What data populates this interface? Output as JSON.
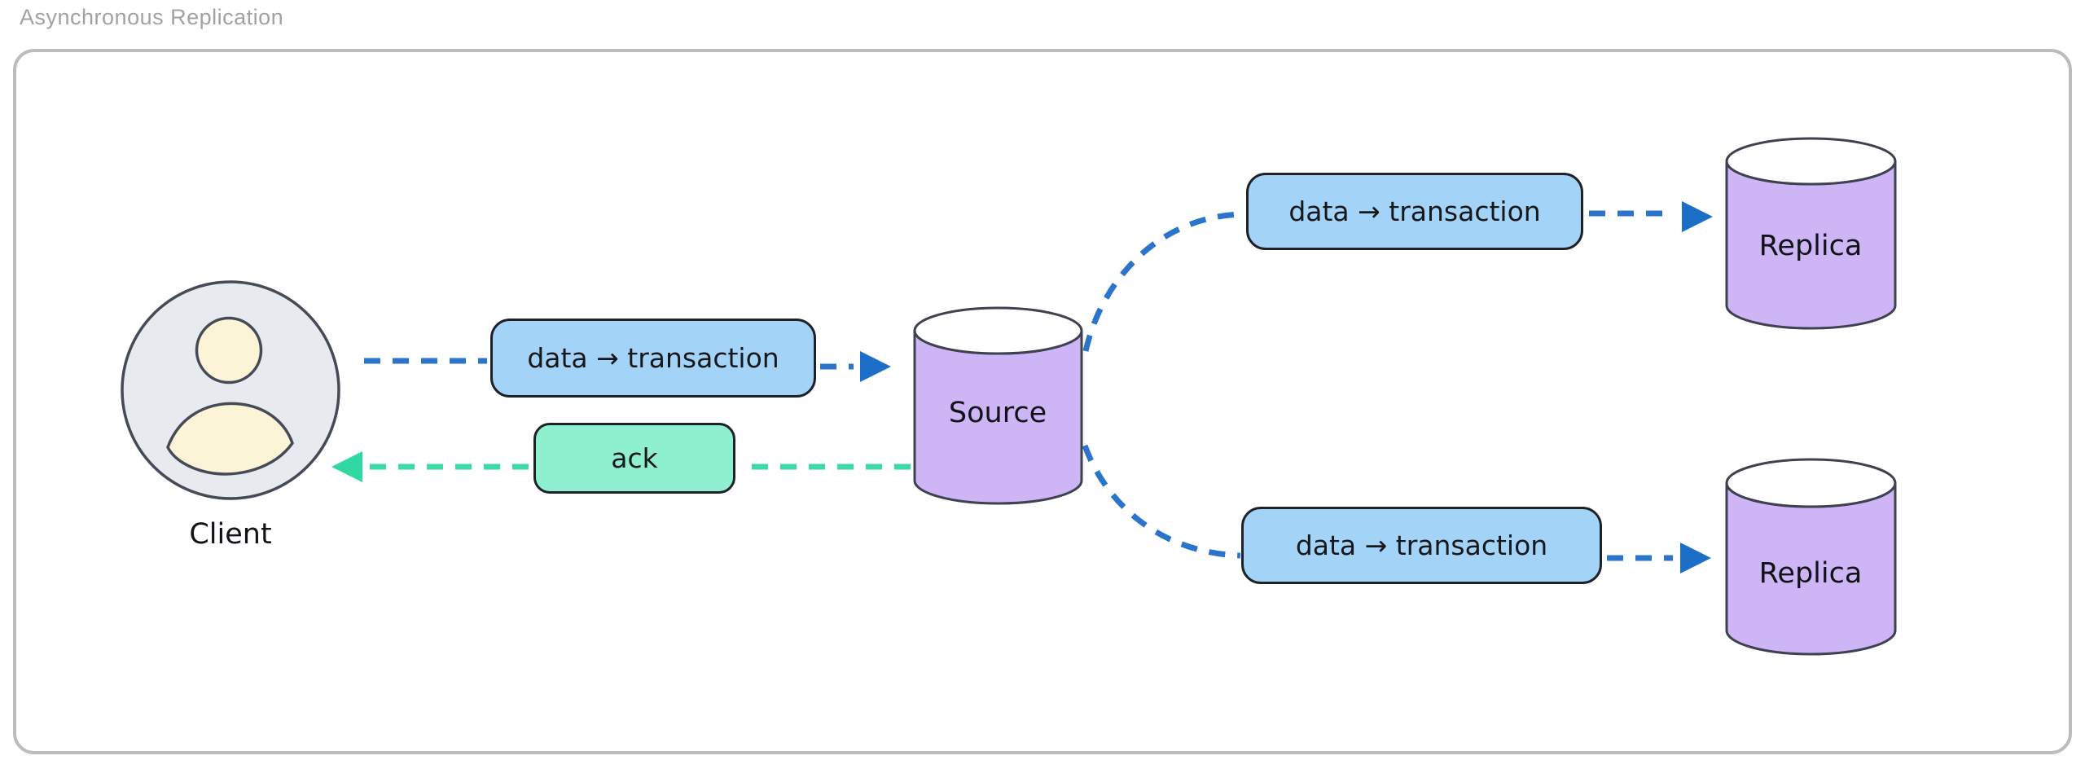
{
  "title": "Asynchronous Replication",
  "nodes": {
    "client": {
      "label": "Client",
      "type": "user"
    },
    "source": {
      "label": "Source",
      "type": "database"
    },
    "replica_top": {
      "label": "Replica",
      "type": "database"
    },
    "replica_bottom": {
      "label": "Replica",
      "type": "database"
    }
  },
  "edges": {
    "client_to_source": {
      "label": "data → transaction",
      "style": "dashed",
      "color": "#2b74cc"
    },
    "source_to_client_ack": {
      "label": "ack",
      "style": "dashed",
      "color": "#3edaa5"
    },
    "source_to_replica_top": {
      "label": "data → transaction",
      "style": "dashed",
      "color": "#2b74cc"
    },
    "source_to_replica_bottom": {
      "label": "data → transaction",
      "style": "dashed",
      "color": "#2b74cc"
    }
  },
  "colors": {
    "blue_edge": "#2b74cc",
    "blue_arrowhead": "#1b6fc9",
    "green_edge": "#3edaa5",
    "green_arrowhead": "#2fd7a1",
    "blue_label_fill": "#a4d3f8",
    "green_label_fill": "#8ff0cf",
    "database_fill": "#cdb5f6",
    "client_fill": "#e7ebf0",
    "client_accent": "#fcf4d6",
    "title_text": "#a2a2a2",
    "frame_border": "#bcbcbc",
    "label_text": "#16181c"
  }
}
